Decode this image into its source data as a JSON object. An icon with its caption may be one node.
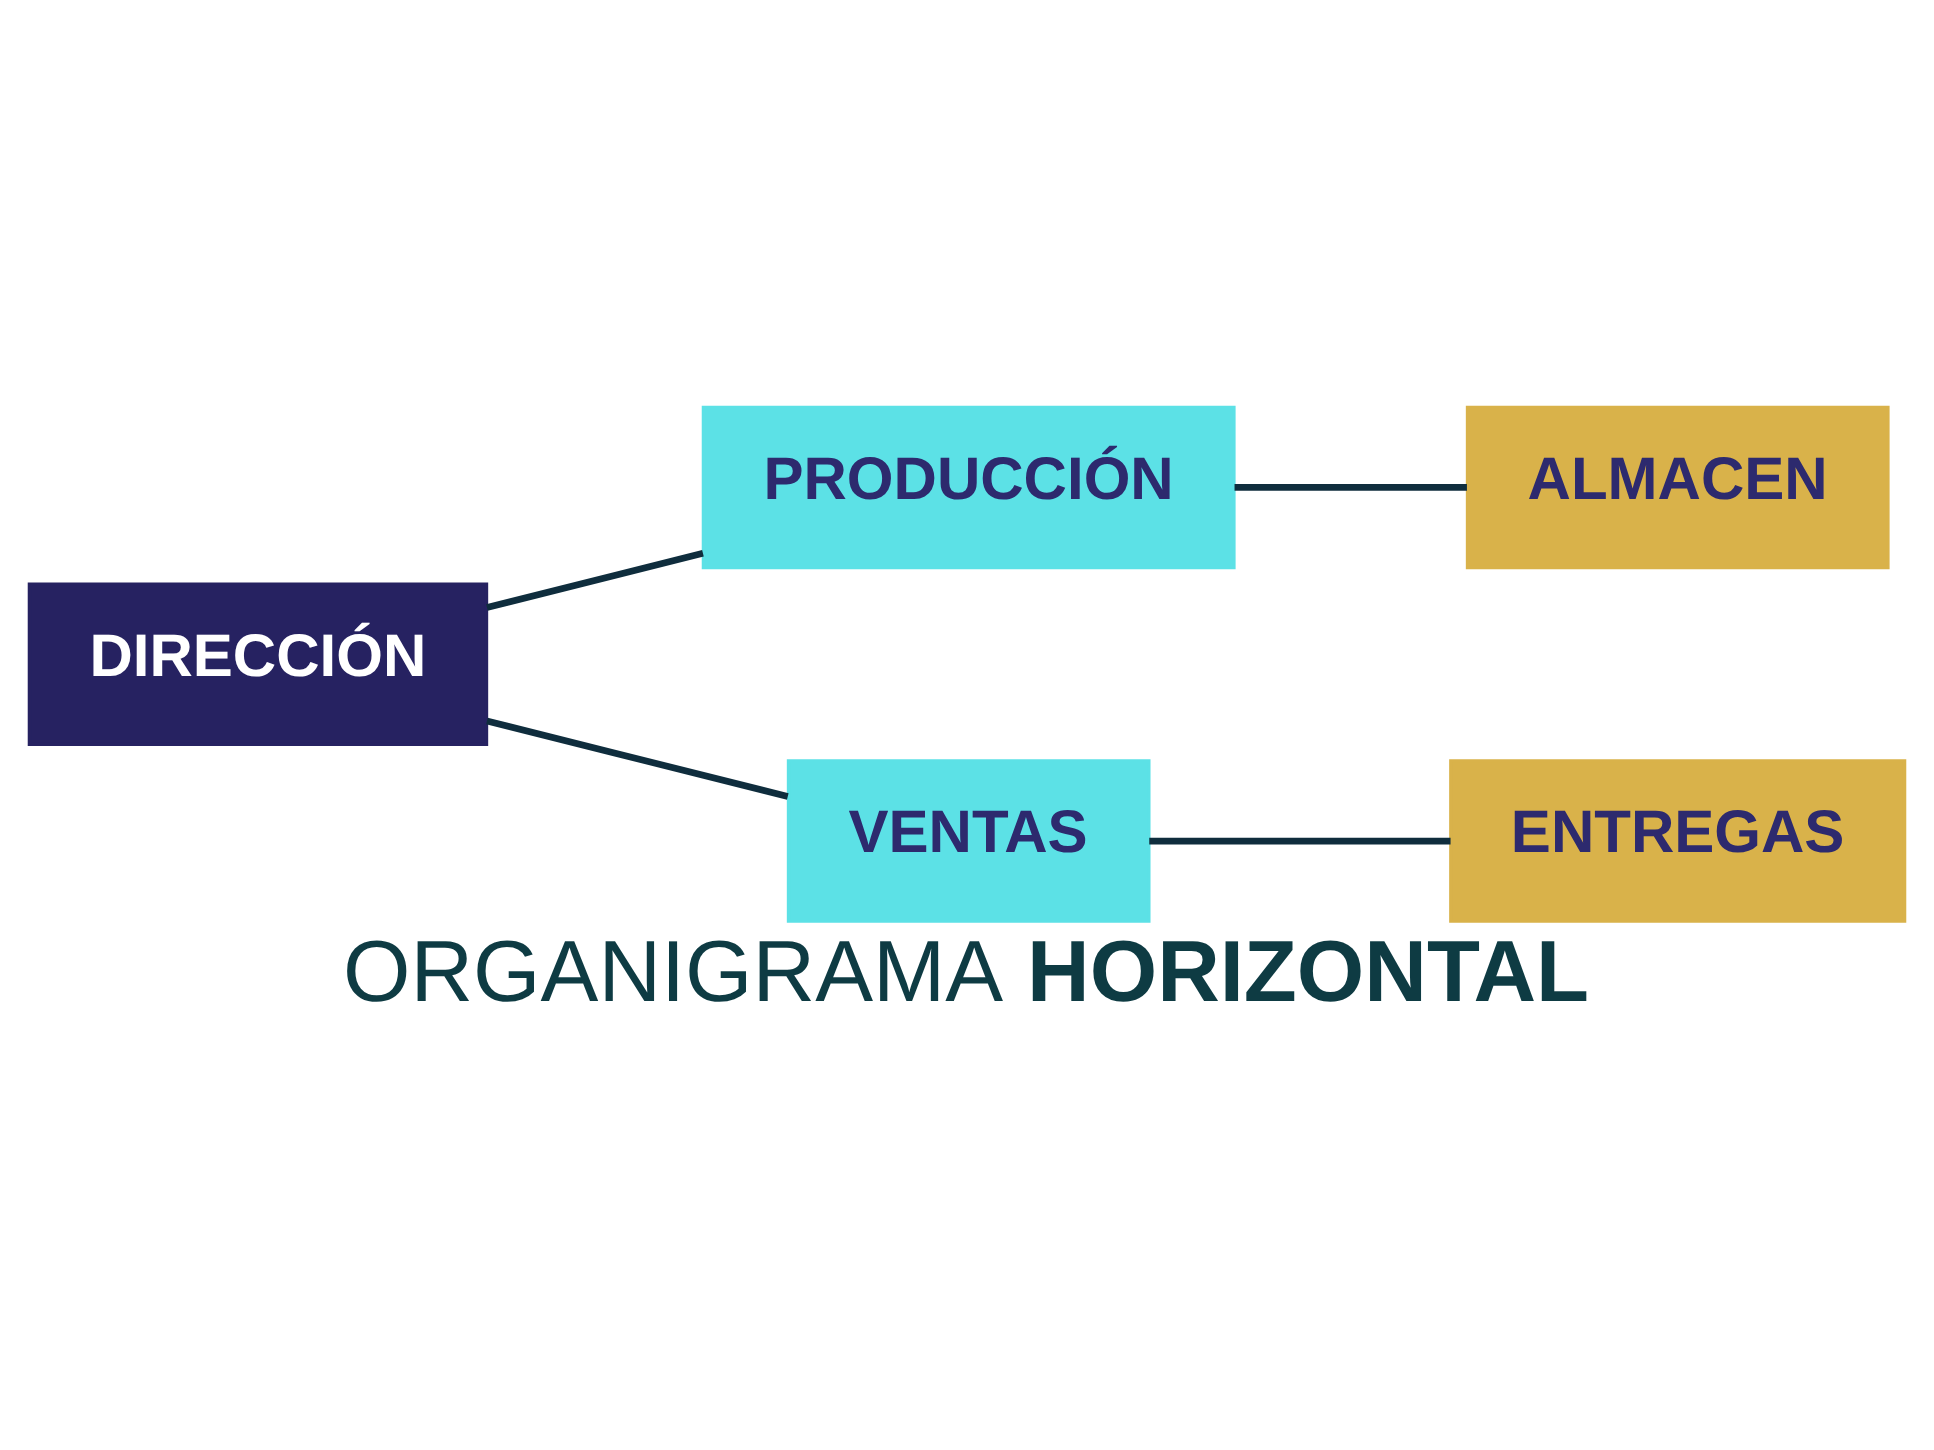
{
  "diagram": {
    "caption": "ORGANIGRAMA **HORIZONTAL**",
    "nodes": [
      {
        "text": [
          "DIRECCIÓN"
        ]
      },
      {
        "text": [
          "PRODUCCIÓN"
        ]
      },
      {
        "text": [
          "VENTAS"
        ]
      },
      {
        "text": [
          "ALMACEN"
        ]
      },
      {
        "text": [
          "ENTREGAS"
        ]
      }
    ],
    "edges": [
      {
        "from": 0,
        "to": 1,
        "arrow": "none"
      },
      {
        "from": 0,
        "to": 2,
        "arrow": "none"
      },
      {
        "from": 1,
        "to": 3,
        "arrow": "none"
      },
      {
        "from": 2,
        "to": 4,
        "arrow": "none"
      }
    ]
  }
}
